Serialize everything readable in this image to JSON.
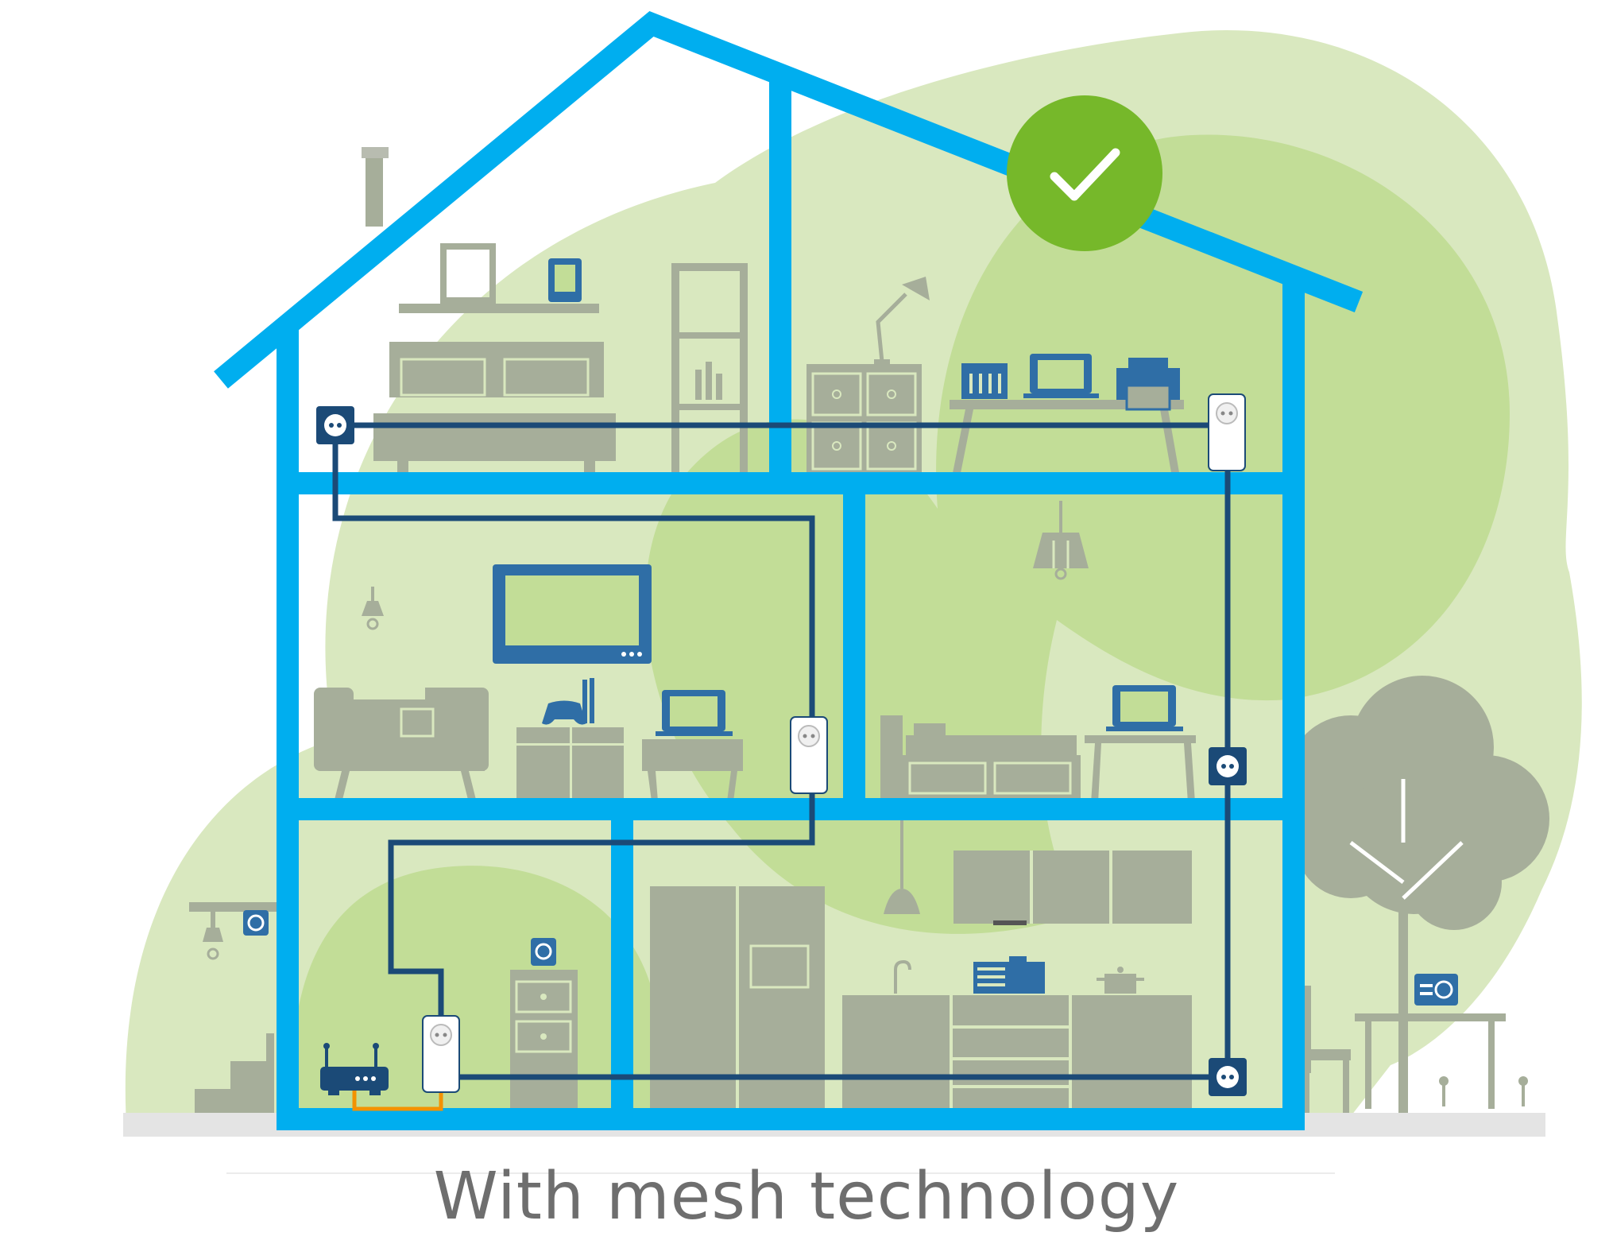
{
  "caption": {
    "text": "With mesh technology"
  },
  "status": {
    "check_icon": "checkmark-icon",
    "color": "#76b82a"
  },
  "colors": {
    "frame": "#00aeef",
    "cable": "#1b4a77",
    "ethernet": "#f39200",
    "bubble_light": "#d9e8bf",
    "bubble_mid": "#c2dd97",
    "furniture": "#a6ae9a",
    "device": "#2f6ea6",
    "ground": "#e4e4e4"
  },
  "devices": {
    "adapters": [
      "adapter-attic",
      "adapter-living-room",
      "adapter-ground-floor"
    ],
    "wall_sockets": [
      "socket-attic-left",
      "socket-middle-right",
      "socket-ground-right"
    ],
    "router": "router-icon"
  }
}
